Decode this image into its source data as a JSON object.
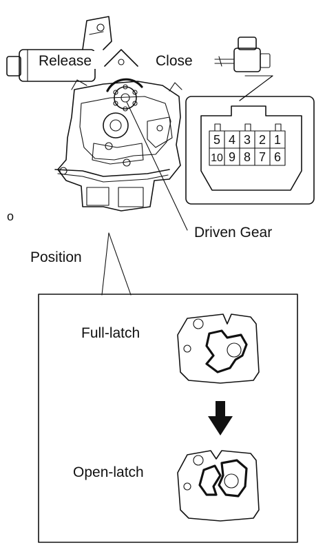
{
  "labels": {
    "release": "Release",
    "close": "Close",
    "driven_gear": "Driven Gear",
    "marker": "o",
    "position": "Position",
    "full_latch": "Full-latch",
    "open_latch": "Open-latch"
  },
  "connector": {
    "top_row": [
      "5",
      "4",
      "3",
      "2",
      "1"
    ],
    "bottom_row": [
      "10",
      "9",
      "8",
      "7",
      "6"
    ]
  }
}
